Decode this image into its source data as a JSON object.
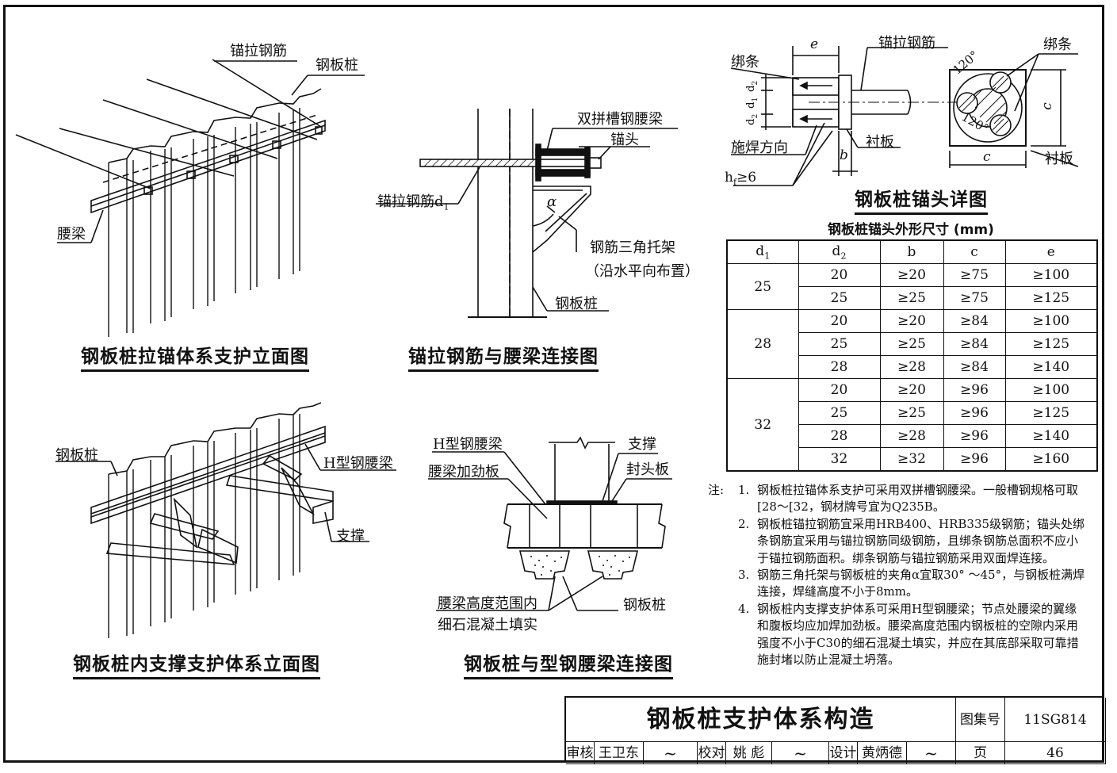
{
  "diagrams": {
    "tie_elevation": {
      "title": "钢板桩拉锚体系支护立面图",
      "labels": {
        "anchor_rebar": "锚拉钢筋",
        "sheet_pile": "钢板桩",
        "waist_beam": "腰梁"
      }
    },
    "tie_connection": {
      "title": "锚拉钢筋与腰梁连接图",
      "labels": {
        "channel_beam": "双拼槽钢腰梁",
        "anchor_head": "锚头",
        "anchor_rebar_d1": "锚拉钢筋d",
        "d1_sub": "1",
        "alpha": "α",
        "bracket": "钢筋三角托架",
        "bracket_note": "（沿水平向布置）",
        "sheet_pile": "钢板桩"
      }
    },
    "strut_elevation": {
      "title": "钢板桩内支撑支护体系立面图",
      "labels": {
        "sheet_pile": "钢板桩",
        "h_beam": "H型钢腰梁",
        "strut": "支撑"
      }
    },
    "h_connection": {
      "title": "钢板桩与型钢腰梁连接图",
      "labels": {
        "h_beam": "H型钢腰梁",
        "stiffener": "腰梁加劲板",
        "strut": "支撑",
        "end_plate": "封头板",
        "fill_line1": "腰梁高度范围内",
        "fill_line2": "细石混凝土填实",
        "sheet_pile": "钢板桩"
      }
    },
    "anchor_detail": {
      "title": "钢板桩锚头详图",
      "labels": {
        "binding_bar": "绑条",
        "anchor_rebar": "锚拉钢筋",
        "weld_direction": "施焊方向",
        "liner": "衬板",
        "dim_e": "e",
        "dim_b": "b",
        "dim_c": "c",
        "weld_h": "h",
        "weld_h_sub": "f",
        "weld_val": "≥6",
        "d2": "d",
        "d2_sub": "2",
        "d1": "d",
        "d1_sub": "1",
        "angle_120": "120°"
      }
    }
  },
  "table": {
    "title": "钢板桩锚头外形尺寸  (mm)",
    "headers": [
      "d1",
      "d2",
      "b",
      "c",
      "e"
    ],
    "header_display": [
      {
        "main": "d",
        "sub": "1"
      },
      {
        "main": "d",
        "sub": "2"
      },
      {
        "main": "b"
      },
      {
        "main": "c"
      },
      {
        "main": "e"
      }
    ],
    "groups": [
      {
        "d1": "25",
        "rows": [
          [
            "20",
            "≥20",
            "≥75",
            "≥100"
          ],
          [
            "25",
            "≥25",
            "≥75",
            "≥125"
          ]
        ]
      },
      {
        "d1": "28",
        "rows": [
          [
            "20",
            "≥20",
            "≥84",
            "≥100"
          ],
          [
            "25",
            "≥25",
            "≥84",
            "≥125"
          ],
          [
            "28",
            "≥28",
            "≥84",
            "≥140"
          ]
        ]
      },
      {
        "d1": "32",
        "rows": [
          [
            "20",
            "≥20",
            "≥96",
            "≥100"
          ],
          [
            "25",
            "≥25",
            "≥96",
            "≥125"
          ],
          [
            "28",
            "≥28",
            "≥96",
            "≥140"
          ],
          [
            "32",
            "≥32",
            "≥96",
            "≥160"
          ]
        ]
      }
    ]
  },
  "notes": {
    "heading": "注:",
    "items": [
      {
        "num": "1.",
        "text": "钢板桩拉锚体系支护可采用双拼槽钢腰梁。一般槽钢规格可取[28～[32，钢材牌号宜为Q235B。"
      },
      {
        "num": "2.",
        "text": "钢板桩锚拉钢筋宜采用HRB400、HRB335级钢筋；锚头处绑条钢筋宜采用与锚拉钢筋同级钢筋，且绑条钢筋总面积不应小于锚拉钢筋面积。绑条钢筋与锚拉钢筋采用双面焊连接。"
      },
      {
        "num": "3.",
        "text": "钢筋三角托架与钢板桩的夹角α宜取30° ～45°，与钢板桩满焊连接，焊缝高度不小于8mm。"
      },
      {
        "num": "4.",
        "text": "钢板桩内支撑支护体系可采用H型钢腰梁；节点处腰梁的翼缘和腹板均应加焊加劲板。腰梁高度范围内钢板桩的空隙内采用强度不小于C30的细石混凝土填实，并应在其底部采取可靠措施封堵以防止混凝土坍落。"
      }
    ]
  },
  "title_block": {
    "title": "钢板桩支护体系构造",
    "atlas_label": "图集号",
    "atlas_no": "11SG814",
    "review_label": "审核",
    "review_name": "王卫东",
    "check_label": "校对",
    "check_name": "姚 彪",
    "design_label": "设计",
    "design_name": "黄炳德",
    "page_label": "页",
    "page_no": "46"
  }
}
